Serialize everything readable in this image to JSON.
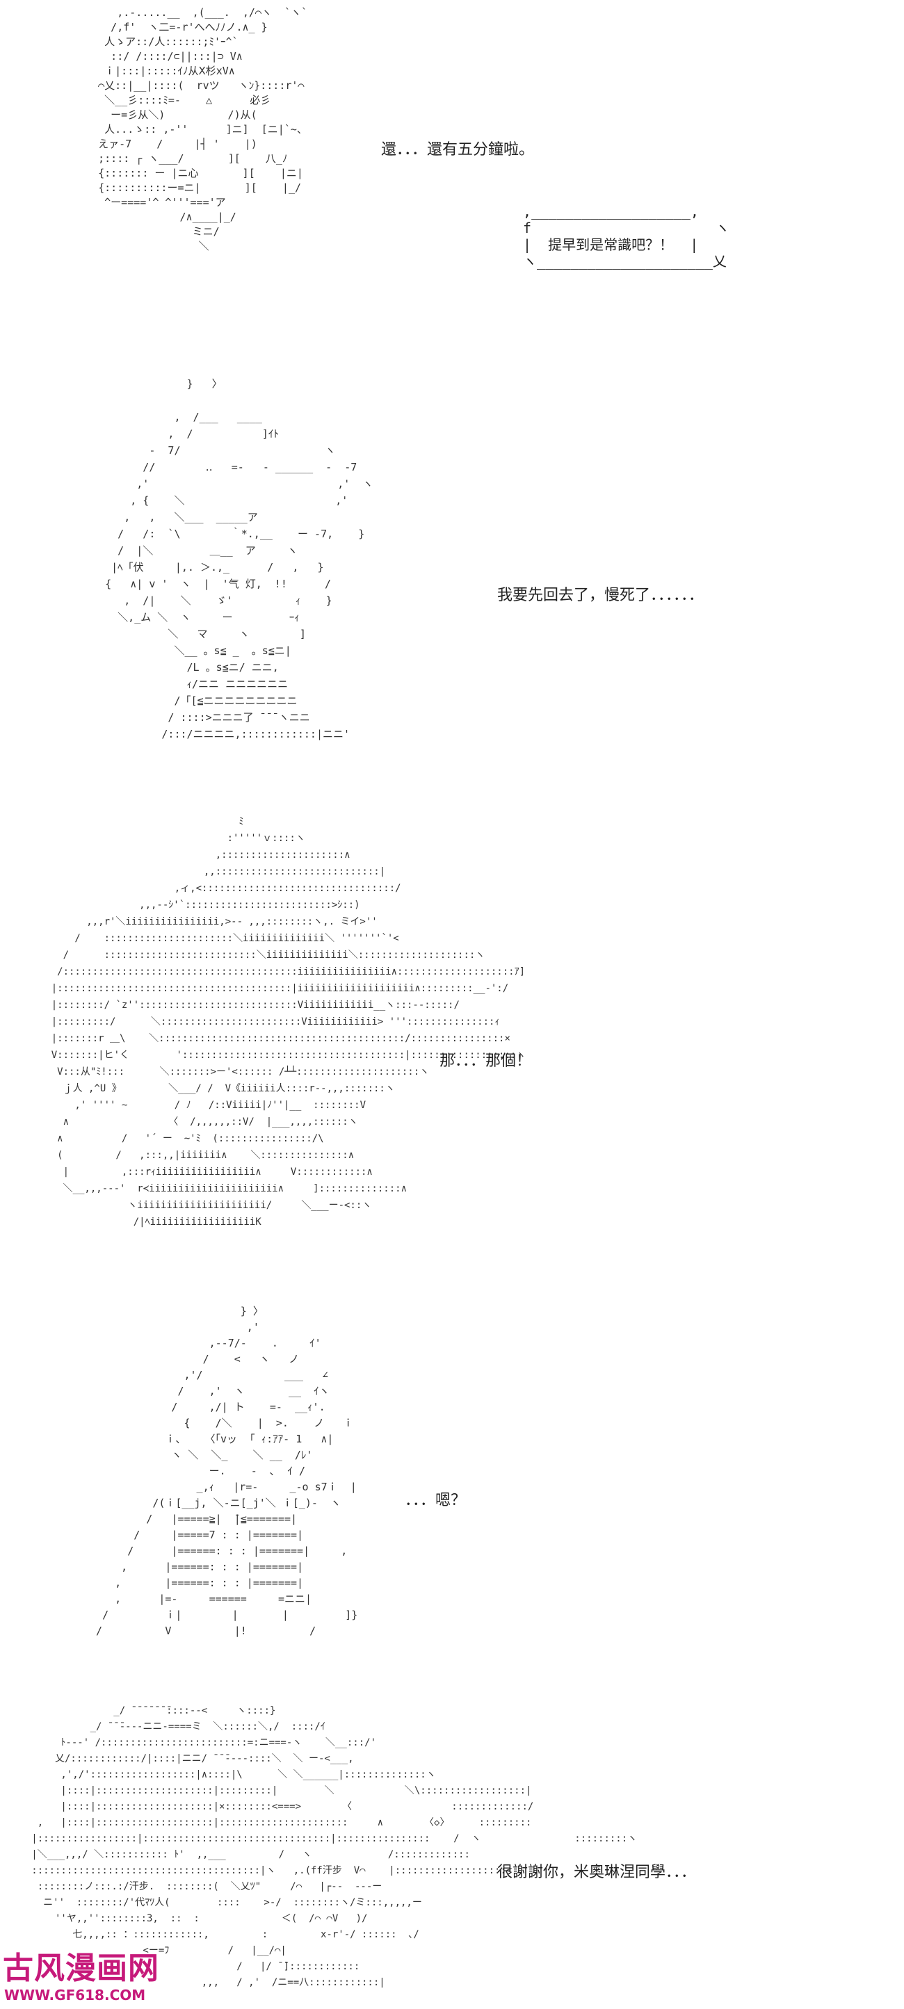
{
  "panels": [
    {
      "art": "       ,.-.....__  ,(___.  ,/⌒ヽ  `ヽ`\n      /,f'  ヽ二=-r'へへﾉﾉノ.∧_ }\n     人ゝア::/人::::::;ﾐ'ｰ^`\n      ::/ /::::/⊂||:::|⊃ V∧\n     ｉ|:::|:::::ｲﾉ从Ⅹ杉xV∧\n    ⌒乂::|__|::::(  rvツ   ヽﾝ}::::r'⌒\n     ＼__彡::::ﾐ=-    △      必彡\n      ー=彡从＼)          /)从(\n     人...ゝ:: ,-''      ]ニ]  [ニ|`~、\n    えァ-7    /     |┤ '    |)\n    ;:::: ┌ ヽ___/       ][    八_ﾉ\n    {::::::: ー |ニ心       ][    |ニ|\n    {::::::::::ー=ニ|       ][    |_/\n     ^ー===='^ ^'''==='ア\n                 /∧____|_/\n                   ミニ/\n                    ＼\n",
      "dialog": "還．．．還有五分鐘啦。",
      "bubble": " ,___________________,\n f                      ヽ\n |  提早到是常識吧？！  |\n ヽ_____________________乂"
    },
    {
      "art": "                 }   〉\n\n               ,  /___   ____\n              ,  /           ]ｲﾄ\n           -  7/                       ヽ\n          //        ‥   =-   - ______  -  -7\n         ,'                              ,'  ヽ\n        , {    ＼                        ,'\n       ,   ,   ＼___  _____ア\n      /   /:  `\\        ｀*.,__    ー -7,    }\n      /  |＼         ＿__  ア     ヽ\n     |ﾍ「伏     |,. ＞.,_      /   ,   }\n    {   ∧| v '  ヽ  |  '气 灯,  !!      /\n       ,  /|    ＼    ゞ'          ｨ    }\n      ＼,_ム ＼  ヽ     ー         ｰｨ\n              ＼   マ     ヽ        ]\n               ＼__ 。s≦ _  。s≦ニ|\n                 /L 。s≦ニ/ ニニ,\n                 ｨ/ニニ ニニニニニニ\n               /「[≦ニニニニニニニニニ\n              / ::::>ニニニ了 ̄ ̄ ̄ ヽニニ\n             /:::/ニニニニ,::::::::::::|ニニ'\n",
      "dialog": "我要先回去了，慢死了．．．．．．"
    },
    {
      "art": "                                    ﾐ\n                                  :'''''ｖ::::ヽ\n                                ,:::::::::::::::::::::∧\n                              ,,::::::::::::::::::::::::::::|\n                         ,ィ,<:::::::::::::::::::::::::::::::::/\n                   ,,,--ｼ'`:::::::::::::::::::::::::>ｼ::)\n          ,,,r'＼iiiiiiiiiiiiiiii,>-- ,,,::::::::ヽ,. ミイ>''\n        /    ::::::::::::::::::::::＼iiiiiiiiiiiiii＼ '''''''`'<\n      /      ::::::::::::::::::::::::::＼iiiiiiiiiiiiii＼::::::::::::::::::::ヽ\n     /::::::::::::::::::::::::::::::::::::::::iiiiiiiiiiiiiiii∧::::::::::::::::::::ｱ]\n    |::::::::::::::::::::::::::::::::::::::::|iiiiiiiiiiiiiiiiiiii∧:::::::::__-':/\n    |::::::::/ `z'':::::::::::::::::::::::::::Viiiiiiiiiiii__ヽ:::-‐:::::/\n    |:::::::::/      ＼::::::::::::::::::::::::Viiiiiiiiiiii> ''':::::::::::::::ｨ\n    |:::::::r ＿\\    ＼::::::::::::::::::::::::::::::::::::::::::/::::::::::::::::×\n    V:::::::|ヒ'く        '::::::::::::::::::::::::::::::::::::::|::::::::::::::::::ヽ\n     V:::从\"ﾐ!:::      ＼:::::::>ー'<:::::: /┴┴:::::::::::::::::::::ヽ\n      ｊ人 ,^U 》        ＼___/ /  V《iiiiii人::::r--,,,:::::::ヽ\n        ,' '''' ~        / ﾉ   /::Viiiii|ﾉ''|__  ::::::::V\n      ∧                 〈  /,,,,,,::V/  |___,,,,::::::ヽ\n     ∧          /   '´ ー  ~'ﾐ  (::::::::::::::::/\\\n     (         /   ,:::,,|iiiiiii∧    ＼:::::::::::::::∧\n      |         ,:::rｨiiiiiiiiiiiiiiiii∧     V::::::::::::∧\n      ＼__,,,---'  r≺iiiiiiiiiiiiiiiiiiiiii∧     ]::::::::::::::∧\n                 ヽiiiiiiiiiiiiiiiiiiiiii/     ＼___ー-<::ヽ\n                  /|ﾍiiiiiiiiiiiiiiiiiiK\n",
      "dialog": "那．．．那個！"
    },
    {
      "art": "                         } 〉\n                          ,'\n                    ,--7/-    .     ｲ'\n                   /    <   ヽ   ノ\n                ,'/             ___   ∠\n               /    ,'  ヽ       __  ｲヽ\n              /     ,/| ト    =-  __ｨ'.\n                {    /＼    |  >.    ノ   ｉ\n             ｉ、   〈｢vッ  ｢ ｨ:ｱｱ- 1   ∧|\n              ヽ ＼  ＼_    ＼ __  /ﾚ'\n                    ー.    -  ､  ｲ /\n                  _,ｨ   |r=-     _-o s7ｉ  |\n           /(ｉ[__j, ＼-ニ[_j'＼ ｉ[_)-  ヽ\n          /   |=====≧|  ̄|≦=======|\n        /     |=====7 : : |=======|\n       /      |======: : : |=======|     ,\n      ,      |======: : : |=======|\n     ,       |======: : : |=======|\n     ,      |=-     ======     =ニニ|\n   /         ｉ|        |       |         ]}\n  /          V          |!          /\n",
      "dialog": "．．．嗯？"
    },
    {
      "art": "                 _/ ̄ ̄ ̄ ̄ ̄ ̄ ̄::::--<     ヽ::::}\n             _/ ̄ ̄ ̄----ニニ-====ミ  ＼::::::＼,/  ::::/ｲ\n        ﾄ---' /:::::::::::::::::::::::::=:ニ===-ヽ    ＼__:::/'\n       乂/::::::::::::/|::::|ニニ/ ̄ ̄ ̄----::::＼  ＼ ー-<___,\n        ,',/'::::::::::::::::::|∧::::|\\      ＼ ＼______|::::::::::::::ヽ\n        |::::|::::::::::::::::::::|:::::::::|        ＼            ＼\\::::::::::::::::::|\n        |::::|::::::::::::::::::::|×::::::::<===>       〈                 :::::::::::::/\n    ,   |::::|::::::::::::::::::::|::::::::::::::::::::::     ∧       〈◇〉     :::::::::\n   |:::::::::::::::::|::::::::::::::::::::::::::::::::|::::::::::::::::    /  ヽ                :::::::::ヽ\n   |＼___,,,/ ＼::::::::::: ﾄ'  ,,___         /   ヽ             /:::::::::::::\n   :::::::::::::::::::::::::::::::::::::::|ヽ   ,.(ff汗步  V⌒    |:::::::::::::::::::<\n    ::::::::ノ:::.:/汗步.  ::::::::(  ＼乂ﾂ\"     /⌒   |┌--  ---ー\n     ニ''  ::::::::/'代ﾏﾂ人(        ::::    >-/  ::::::::ヽ/ミ:::,,,,,ー\n       ''ヤ,,''::::::::3,  ::  :              ＜(  /⌒ ⌒V   )/\n          七,,,,:: ：::::::::::::,         :         x-r'-/ ::::::  ､/\n                      <ー=ﾌ          /   |__/⌒|\n                                      /   |/ ̄ ̄]::::::::::::\n                                ,,,   / ,'  /ニ==八::::::::::::|\n",
      "dialog": "很謝謝你，米奧琳涅同學．．．"
    }
  ],
  "watermark": {
    "title": "古风漫画网",
    "url": "WWW.GF618.COM"
  }
}
